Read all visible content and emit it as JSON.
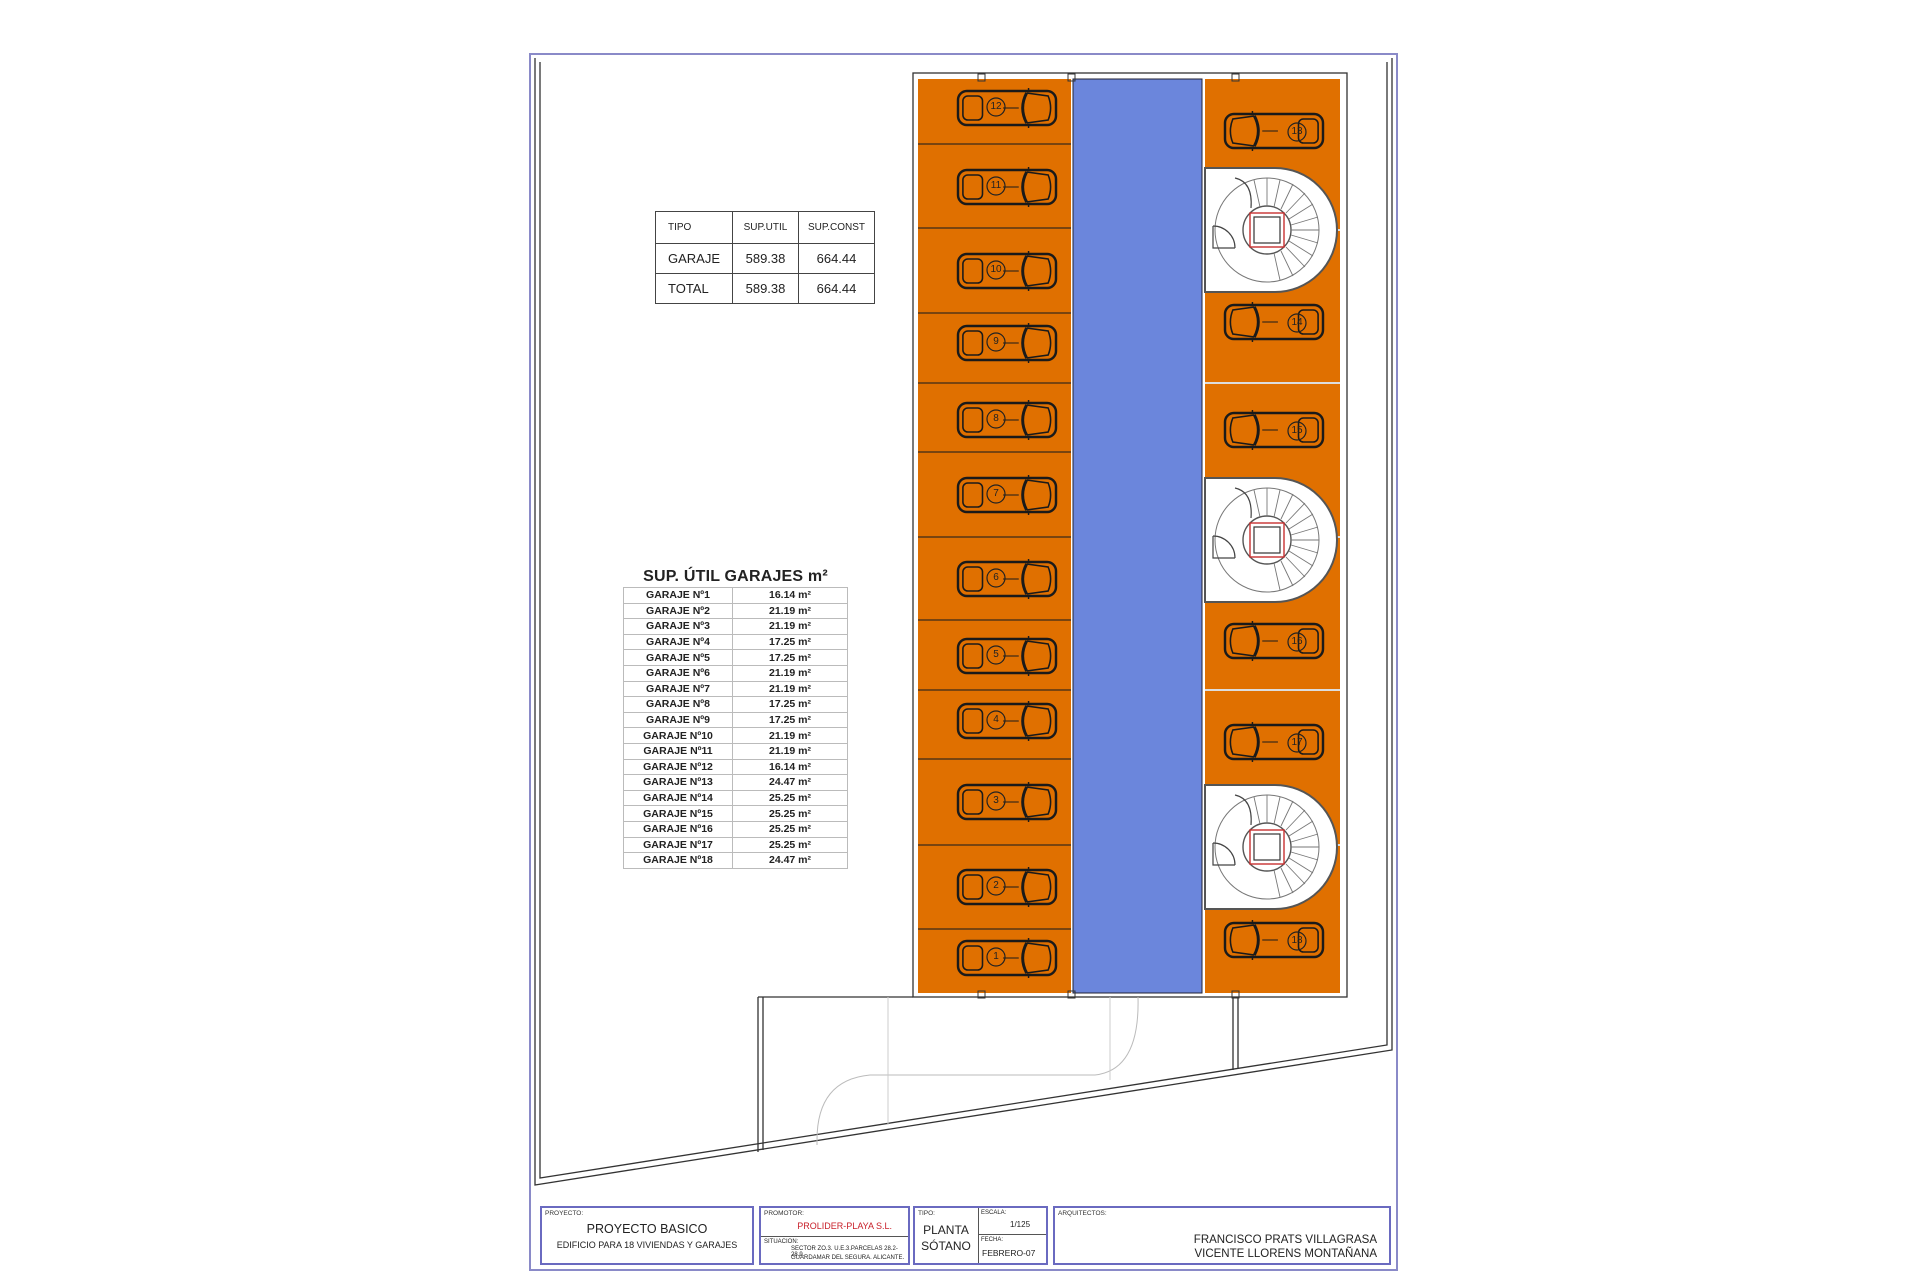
{
  "drawing": {
    "type": "floor_plan",
    "level": "basement garage",
    "colors": {
      "parking_bay": "#e07000",
      "driveway_aisle": "#6b86dc",
      "frame": "#8a8ac8",
      "promotor_text": "#c8202a"
    },
    "left_bays": [
      12,
      11,
      10,
      9,
      8,
      7,
      6,
      5,
      4,
      3,
      2,
      1
    ],
    "right_bays": [
      13,
      14,
      15,
      16,
      17,
      18
    ],
    "staircases": 3
  },
  "summary_table": {
    "headers": [
      "TIPO",
      "SUP.UTIL",
      "SUP.CONST"
    ],
    "rows": [
      {
        "tipo": "GARAJE",
        "sup_util": "589.38",
        "sup_const": "664.44"
      },
      {
        "tipo": "TOTAL",
        "sup_util": "589.38",
        "sup_const": "664.44"
      }
    ]
  },
  "areas_table": {
    "title": "SUP. ÚTIL GARAJES m²",
    "rows": [
      {
        "name": "GARAJE Nº1",
        "area": "16.14 m²"
      },
      {
        "name": "GARAJE Nº2",
        "area": "21.19 m²"
      },
      {
        "name": "GARAJE Nº3",
        "area": "21.19 m²"
      },
      {
        "name": "GARAJE Nº4",
        "area": "17.25 m²"
      },
      {
        "name": "GARAJE Nº5",
        "area": "17.25 m²"
      },
      {
        "name": "GARAJE Nº6",
        "area": "21.19 m²"
      },
      {
        "name": "GARAJE Nº7",
        "area": "21.19 m²"
      },
      {
        "name": "GARAJE Nº8",
        "area": "17.25 m²"
      },
      {
        "name": "GARAJE Nº9",
        "area": "17.25 m²"
      },
      {
        "name": "GARAJE Nº10",
        "area": "21.19 m²"
      },
      {
        "name": "GARAJE Nº11",
        "area": "21.19 m²"
      },
      {
        "name": "GARAJE Nº12",
        "area": "16.14 m²"
      },
      {
        "name": "GARAJE Nº13",
        "area": "24.47 m²"
      },
      {
        "name": "GARAJE Nº14",
        "area": "25.25 m²"
      },
      {
        "name": "GARAJE Nº15",
        "area": "25.25 m²"
      },
      {
        "name": "GARAJE Nº16",
        "area": "25.25 m²"
      },
      {
        "name": "GARAJE Nº17",
        "area": "25.25 m²"
      },
      {
        "name": "GARAJE Nº18",
        "area": "24.47 m²"
      }
    ]
  },
  "title_block": {
    "proyecto_label": "PROYECTO:",
    "proyecto_title": "PROYECTO BASICO",
    "proyecto_subtitle": "EDIFICIO PARA 18 VIVIENDAS Y GARAJES",
    "promotor_label": "PROMOTOR:",
    "promotor": "PROLIDER-PLAYA S.L.",
    "situacion_label": "SITUACION:",
    "situacion_line1": "SECTOR ZO.3. U.E.3.PARCELAS 28.2-28.9.",
    "situacion_line2": "GUARDAMAR DEL SEGURA. ALICANTE.",
    "tipo_label": "TIPO:",
    "tipo_line1": "PLANTA",
    "tipo_line2": "SÓTANO",
    "escala_label": "ESCALA:",
    "escala": "1/125",
    "fecha_label": "FECHA:",
    "fecha": "FEBRERO-07",
    "arquitectos_label": "ARQUITECTOS:",
    "arquitecto1": "FRANCISCO PRATS VILLAGRASA",
    "arquitecto2": "VICENTE LLORENS MONTAÑANA"
  }
}
